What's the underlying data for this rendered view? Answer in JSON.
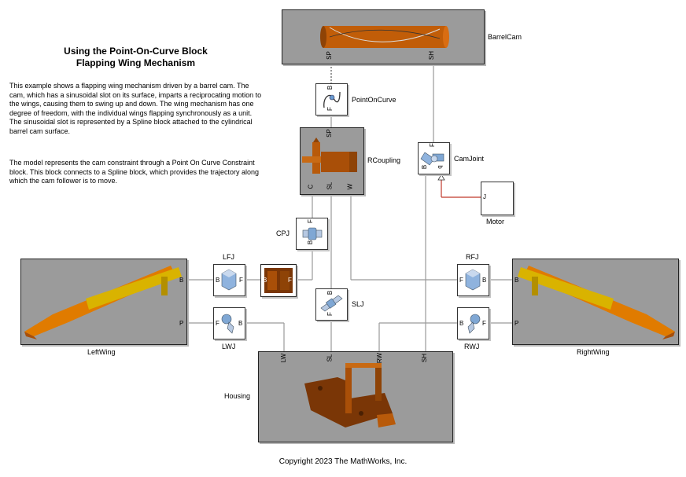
{
  "title_line1": "Using the Point-On-Curve Block",
  "title_line2": "Flapping Wing Mechanism",
  "description": [
    "This example shows a flapping wing mechanism driven by a barrel cam. The cam, which has a sinusoidal slot on its surface, imparts a reciprocating motion to the wings, causing them to swing up and down. The wing mechanism has one degree of freedom, with the individual wings flapping synchronously as a unit. The sinusoidal slot is represented by a Spline block attached to the cylindrical barrel cam surface.",
    "The model represents the cam constraint through a Point On Curve Constraint block. This block connects to a Spline block, which provides the trajectory along which the cam follower is to move."
  ],
  "blocks": {
    "barrel_cam": {
      "label": "BarrelCam",
      "ports": [
        "SP",
        "SH"
      ]
    },
    "point_on_curve": {
      "label": "PointOnCurve",
      "ports": [
        "B",
        "F"
      ]
    },
    "r_coupling": {
      "label": "RCoupling",
      "ports": [
        "SP",
        "C",
        "SL",
        "W"
      ]
    },
    "cam_joint": {
      "label": "CamJoint",
      "ports": [
        "F",
        "B",
        "q"
      ]
    },
    "motor": {
      "label": "Motor",
      "ports": [
        "J"
      ]
    },
    "cpj": {
      "label": "CPJ",
      "ports": [
        "F",
        "B"
      ]
    },
    "lfj": {
      "label": "LFJ",
      "ports": [
        "B",
        "F"
      ]
    },
    "rfj": {
      "label": "RFJ",
      "ports": [
        "F",
        "B"
      ]
    },
    "lwj": {
      "label": "LWJ",
      "ports": [
        "F",
        "B"
      ]
    },
    "rwj": {
      "label": "RWJ",
      "ports": [
        "B",
        "F"
      ]
    },
    "slj": {
      "label": "SLJ",
      "ports": [
        "B",
        "F"
      ]
    },
    "rigid_transform": {
      "ports": [
        "B",
        "F"
      ]
    },
    "left_wing": {
      "label": "LeftWing",
      "ports": [
        "B",
        "P"
      ]
    },
    "right_wing": {
      "label": "RightWing",
      "ports": [
        "B",
        "P"
      ]
    },
    "housing": {
      "label": "Housing",
      "ports": [
        "LW",
        "SL",
        "RW",
        "SH"
      ]
    }
  },
  "copyright": "Copyright 2023 The MathWorks, Inc.",
  "colors": {
    "subsystem_bg": "#9b9b9b",
    "part": "#b85a0a",
    "wing_yellow": "#d9b300",
    "wing_orange": "#e07b00",
    "joint_blue": "#7fa7d4",
    "motor_line": "#c0392b",
    "connection": "#9a9a9a"
  }
}
